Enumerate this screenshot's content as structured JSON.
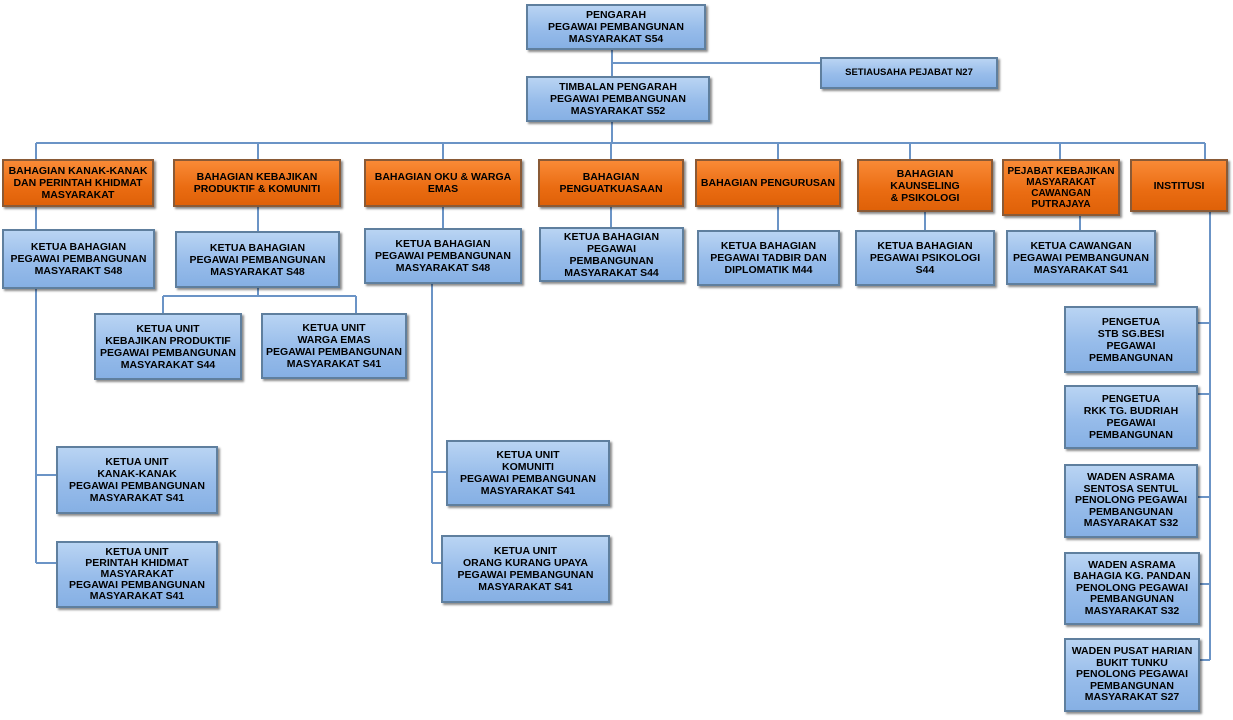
{
  "director": {
    "label": "PENGARAH\nPEGAWAI PEMBANGUNAN\nMASYARAKAT S54"
  },
  "secretary": {
    "label": "SETIAUSAHA PEJABAT N27"
  },
  "deputy": {
    "label": "TIMBALAN PENGARAH\nPEGAWAI PEMBANGUNAN\nMASYARAKAT S52"
  },
  "divisions": [
    {
      "label": "BAHAGIAN KANAK-KANAK\nDAN PERINTAH KHIDMAT\nMASYARAKAT",
      "head": "KETUA BAHAGIAN\nPEGAWAI PEMBANGUNAN\nMASYARAKT S48",
      "units": [
        "KETUA UNIT\nKANAK-KANAK\nPEGAWAI PEMBANGUNAN\nMASYARAKAT S41",
        "KETUA UNIT\nPERINTAH KHIDMAT\nMASYARAKAT\nPEGAWAI PEMBANGUNAN\nMASYARAKAT S41"
      ]
    },
    {
      "label": "BAHAGIAN KEBAJIKAN\nPRODUKTIF & KOMUNITI",
      "head": "KETUA BAHAGIAN\nPEGAWAI PEMBANGUNAN\nMASYARAKAT S48",
      "units": [
        "KETUA UNIT\nKEBAJIKAN PRODUKTIF\nPEGAWAI PEMBANGUNAN\nMASYARAKAT S44",
        "KETUA UNIT\nWARGA EMAS\nPEGAWAI PEMBANGUNAN\nMASYARAKAT S41"
      ]
    },
    {
      "label": "BAHAGIAN OKU & WARGA\nEMAS",
      "head": "KETUA BAHAGIAN\nPEGAWAI PEMBANGUNAN\nMASYARAKAT S48",
      "units": [
        "KETUA UNIT\nKOMUNITI\nPEGAWAI PEMBANGUNAN\nMASYARAKAT S41",
        "KETUA UNIT\nORANG KURANG UPAYA\nPEGAWAI PEMBANGUNAN\nMASYARAKAT S41"
      ]
    },
    {
      "label": "BAHAGIAN\nPENGUATKUASAAN",
      "head": "KETUA BAHAGIAN\nPEGAWAI PEMBANGUNAN\nMASYARAKAT S44"
    },
    {
      "label": "BAHAGIAN PENGURUSAN",
      "head": "KETUA BAHAGIAN\nPEGAWAI TADBIR DAN\nDIPLOMATIK M44"
    },
    {
      "label": "BAHAGIAN KAUNSELING\n& PSIKOLOGI",
      "head": "KETUA BAHAGIAN\nPEGAWAI PSIKOLOGI S44"
    },
    {
      "label": "PEJABAT KEBAJIKAN\nMASYARAKAT\nCAWANGAN\nPUTRAJAYA",
      "head": "KETUA CAWANGAN\nPEGAWAI PEMBANGUNAN\nMASYARAKAT S41"
    },
    {
      "label": "INSTITUSI",
      "units": [
        "PENGETUA\nSTB SG.BESI\nPEGAWAI\nPEMBANGUNAN",
        "PENGETUA\nRKK TG. BUDRIAH\nPEGAWAI\nPEMBANGUNAN",
        "WADEN ASRAMA\nSENTOSA SENTUL\nPENOLONG PEGAWAI\nPEMBANGUNAN\nMASYARAKAT S32",
        "WADEN ASRAMA\nBAHAGIA KG. PANDAN\nPENOLONG PEGAWAI\nPEMBANGUNAN\nMASYARAKAT S32",
        "WADEN PUSAT HARIAN\nBUKIT TUNKU\nPENOLONG PEGAWAI\nPEMBANGUNAN\nMASYARAKAT S27"
      ]
    }
  ],
  "colors": {
    "box_blue": "#97bcea",
    "box_orange": "#ea6c12",
    "connector": "#6b94c6"
  }
}
